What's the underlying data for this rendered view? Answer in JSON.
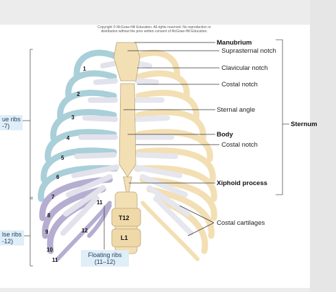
{
  "copyright": "Copyright © McGraw-Hill Education. All rights reserved. No reproduction or distribution without the prior written consent of McGraw-Hill Education.",
  "labels": {
    "manubrium": "Manubrium",
    "suprasternal_notch": "Suprasternal notch",
    "clavicular_notch": "Clavicular notch",
    "costal_notch_upper": "Costal notch",
    "sternal_angle": "Sternal angle",
    "body": "Body",
    "costal_notch_lower": "Costal notch",
    "xiphoid_process": "Xiphoid process",
    "costal_cartilages": "Costal cartilages",
    "sternum": "Sternum",
    "true_ribs": "ue ribs\n-7)",
    "false_ribs": "lse ribs\n-12)",
    "floating_ribs": "Floating ribs\n(11–12)",
    "vertebra_t12": "T12",
    "vertebra_l1": "L1"
  },
  "rib_numbers": [
    "1",
    "2",
    "3",
    "4",
    "5",
    "6",
    "7",
    "8",
    "9",
    "10",
    "11",
    "11",
    "12"
  ],
  "colors": {
    "true_rib": "#a9cfd9",
    "false_rib": "#b6aed1",
    "bone": "#f3dfb4",
    "cartilage": "#e2e2ec"
  }
}
